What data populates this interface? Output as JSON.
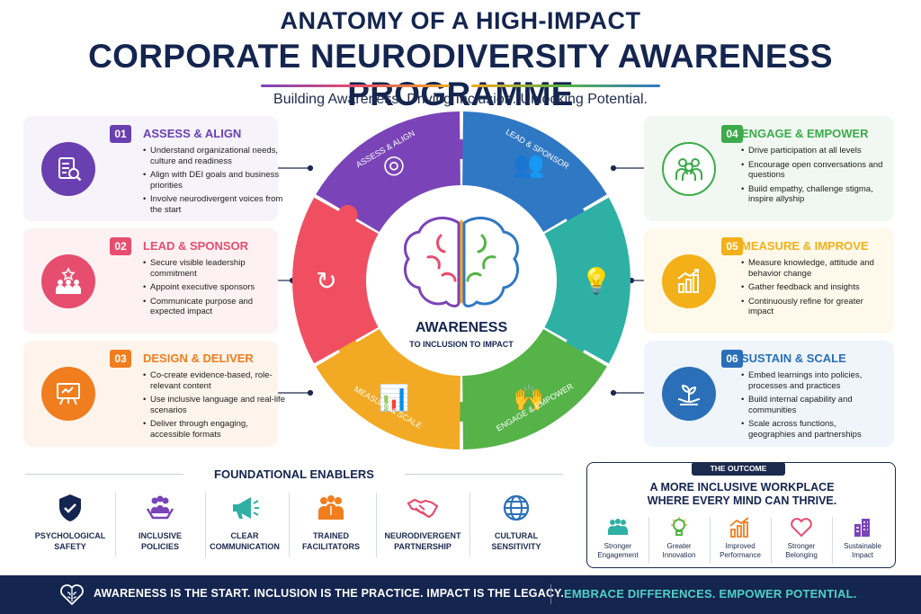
{
  "title_line1": "ANATOMY OF A HIGH-IMPACT",
  "title_line2": "CORPORATE NEURODIVERSITY AWARENESS PROGRAMME",
  "subtitle": "Building Awareness. Driving Inclusion. Unlocking Potential.",
  "steps": [
    {
      "num": "01",
      "title": "ASSESS & ALIGN",
      "color": "#6a3fb0",
      "bg": "#f6f3fa",
      "icon": "checklist-search-icon",
      "bullets": [
        "Understand organizational needs, culture and readiness",
        "Align with DEI goals and business priorities",
        "Involve neurodivergent voices from the start"
      ]
    },
    {
      "num": "02",
      "title": "LEAD & SPONSOR",
      "color": "#e64d6e",
      "bg": "#fdf1f3",
      "icon": "leader-team-icon",
      "bullets": [
        "Secure visible leadership commitment",
        "Appoint executive sponsors",
        "Communicate purpose and expected impact"
      ]
    },
    {
      "num": "03",
      "title": "DESIGN & DELIVER",
      "color": "#f07d1e",
      "bg": "#fef4ec",
      "icon": "presentation-icon",
      "bullets": [
        "Co-create evidence-based, role-relevant content",
        "Use inclusive language and real-life scenarios",
        "Deliver through engaging, accessible formats"
      ]
    },
    {
      "num": "04",
      "title": "ENGAGE & EMPOWER",
      "color": "#3bab4b",
      "bg": "#f1f8f1",
      "icon": "people-group-icon",
      "bullets": [
        "Drive participation at all levels",
        "Encourage open conversations and questions",
        "Build empathy, challenge stigma, inspire allyship"
      ]
    },
    {
      "num": "05",
      "title": "MEASURE & IMPROVE",
      "color": "#f3b019",
      "bg": "#fef9ea",
      "icon": "growth-chart-icon",
      "bullets": [
        "Measure knowledge, attitude and behavior change",
        "Gather feedback and insights",
        "Continuously refine for greater impact"
      ]
    },
    {
      "num": "06",
      "title": "SUSTAIN & SCALE",
      "color": "#2a6fb8",
      "bg": "#eff5fb",
      "icon": "plant-hands-icon",
      "bullets": [
        "Embed learnings into policies, processes and practices",
        "Build internal capability and communities",
        "Scale across functions, geographies and partnerships"
      ]
    }
  ],
  "ring": {
    "segments": [
      {
        "label": "ASSESS & ALIGN",
        "color": "#7a44b8",
        "icon": "target-icon"
      },
      {
        "label": "LEAD & SPONSOR",
        "color": "#2f78c4",
        "icon": "team-icon"
      },
      {
        "label": "",
        "color": "#2fb0a4",
        "icon": "lightbulb-icon"
      },
      {
        "label": "ENGAGE & EMPOWER",
        "color": "#55b348",
        "icon": "cheering-people-icon"
      },
      {
        "label": "MEASURE & SCALE",
        "color": "#f2a923",
        "icon": "bar-growth-icon"
      },
      {
        "label": "",
        "color": "#f04f62",
        "icon": "cycle-arrows-icon"
      }
    ],
    "center_title": "AWARENESS",
    "center_subtitle": "TO INCLUSION TO IMPACT"
  },
  "enablers": {
    "title": "FOUNDATIONAL ENABLERS",
    "items": [
      {
        "label1": "PSYCHOLOGICAL",
        "label2": "SAFETY",
        "icon": "shield-check-icon",
        "color": "#14254f"
      },
      {
        "label1": "INCLUSIVE",
        "label2": "POLICIES",
        "icon": "hands-people-icon",
        "color": "#7a44b8"
      },
      {
        "label1": "CLEAR",
        "label2": "COMMUNICATION",
        "icon": "megaphone-icon",
        "color": "#2fb0a4"
      },
      {
        "label1": "TRAINED",
        "label2": "FACILITATORS",
        "icon": "trainers-icon",
        "color": "#f07d1e"
      },
      {
        "label1": "NEURODIVERGENT",
        "label2": "PARTNERSHIP",
        "icon": "handshake-icon",
        "color": "#e64d6e"
      },
      {
        "label1": "CULTURAL",
        "label2": "SENSITIVITY",
        "icon": "globe-icon",
        "color": "#2a6fb8"
      }
    ]
  },
  "outcome": {
    "tag": "THE OUTCOME",
    "heading1": "A MORE INCLUSIVE WORKPLACE",
    "heading2": "WHERE EVERY MIND CAN THRIVE.",
    "items": [
      {
        "label1": "Stronger",
        "label2": "Engagement",
        "icon": "group-icon",
        "color": "#2fb0a4"
      },
      {
        "label1": "Greater",
        "label2": "Innovation",
        "icon": "lightbulb-icon",
        "color": "#55b348"
      },
      {
        "label1": "Improved",
        "label2": "Performance",
        "icon": "bar-chart-icon",
        "color": "#f07d1e"
      },
      {
        "label1": "Stronger",
        "label2": "Belonging",
        "icon": "heart-icon",
        "color": "#e64d6e"
      },
      {
        "label1": "Sustainable",
        "label2": "Impact",
        "icon": "buildings-icon",
        "color": "#7a44b8"
      }
    ]
  },
  "footer": {
    "left": "AWARENESS IS THE START. INCLUSION IS THE PRACTICE. IMPACT IS THE LEGACY.",
    "right": "EMBRACE DIFFERENCES. EMPOWER POTENTIAL.",
    "icon": "heart-brain-icon"
  }
}
